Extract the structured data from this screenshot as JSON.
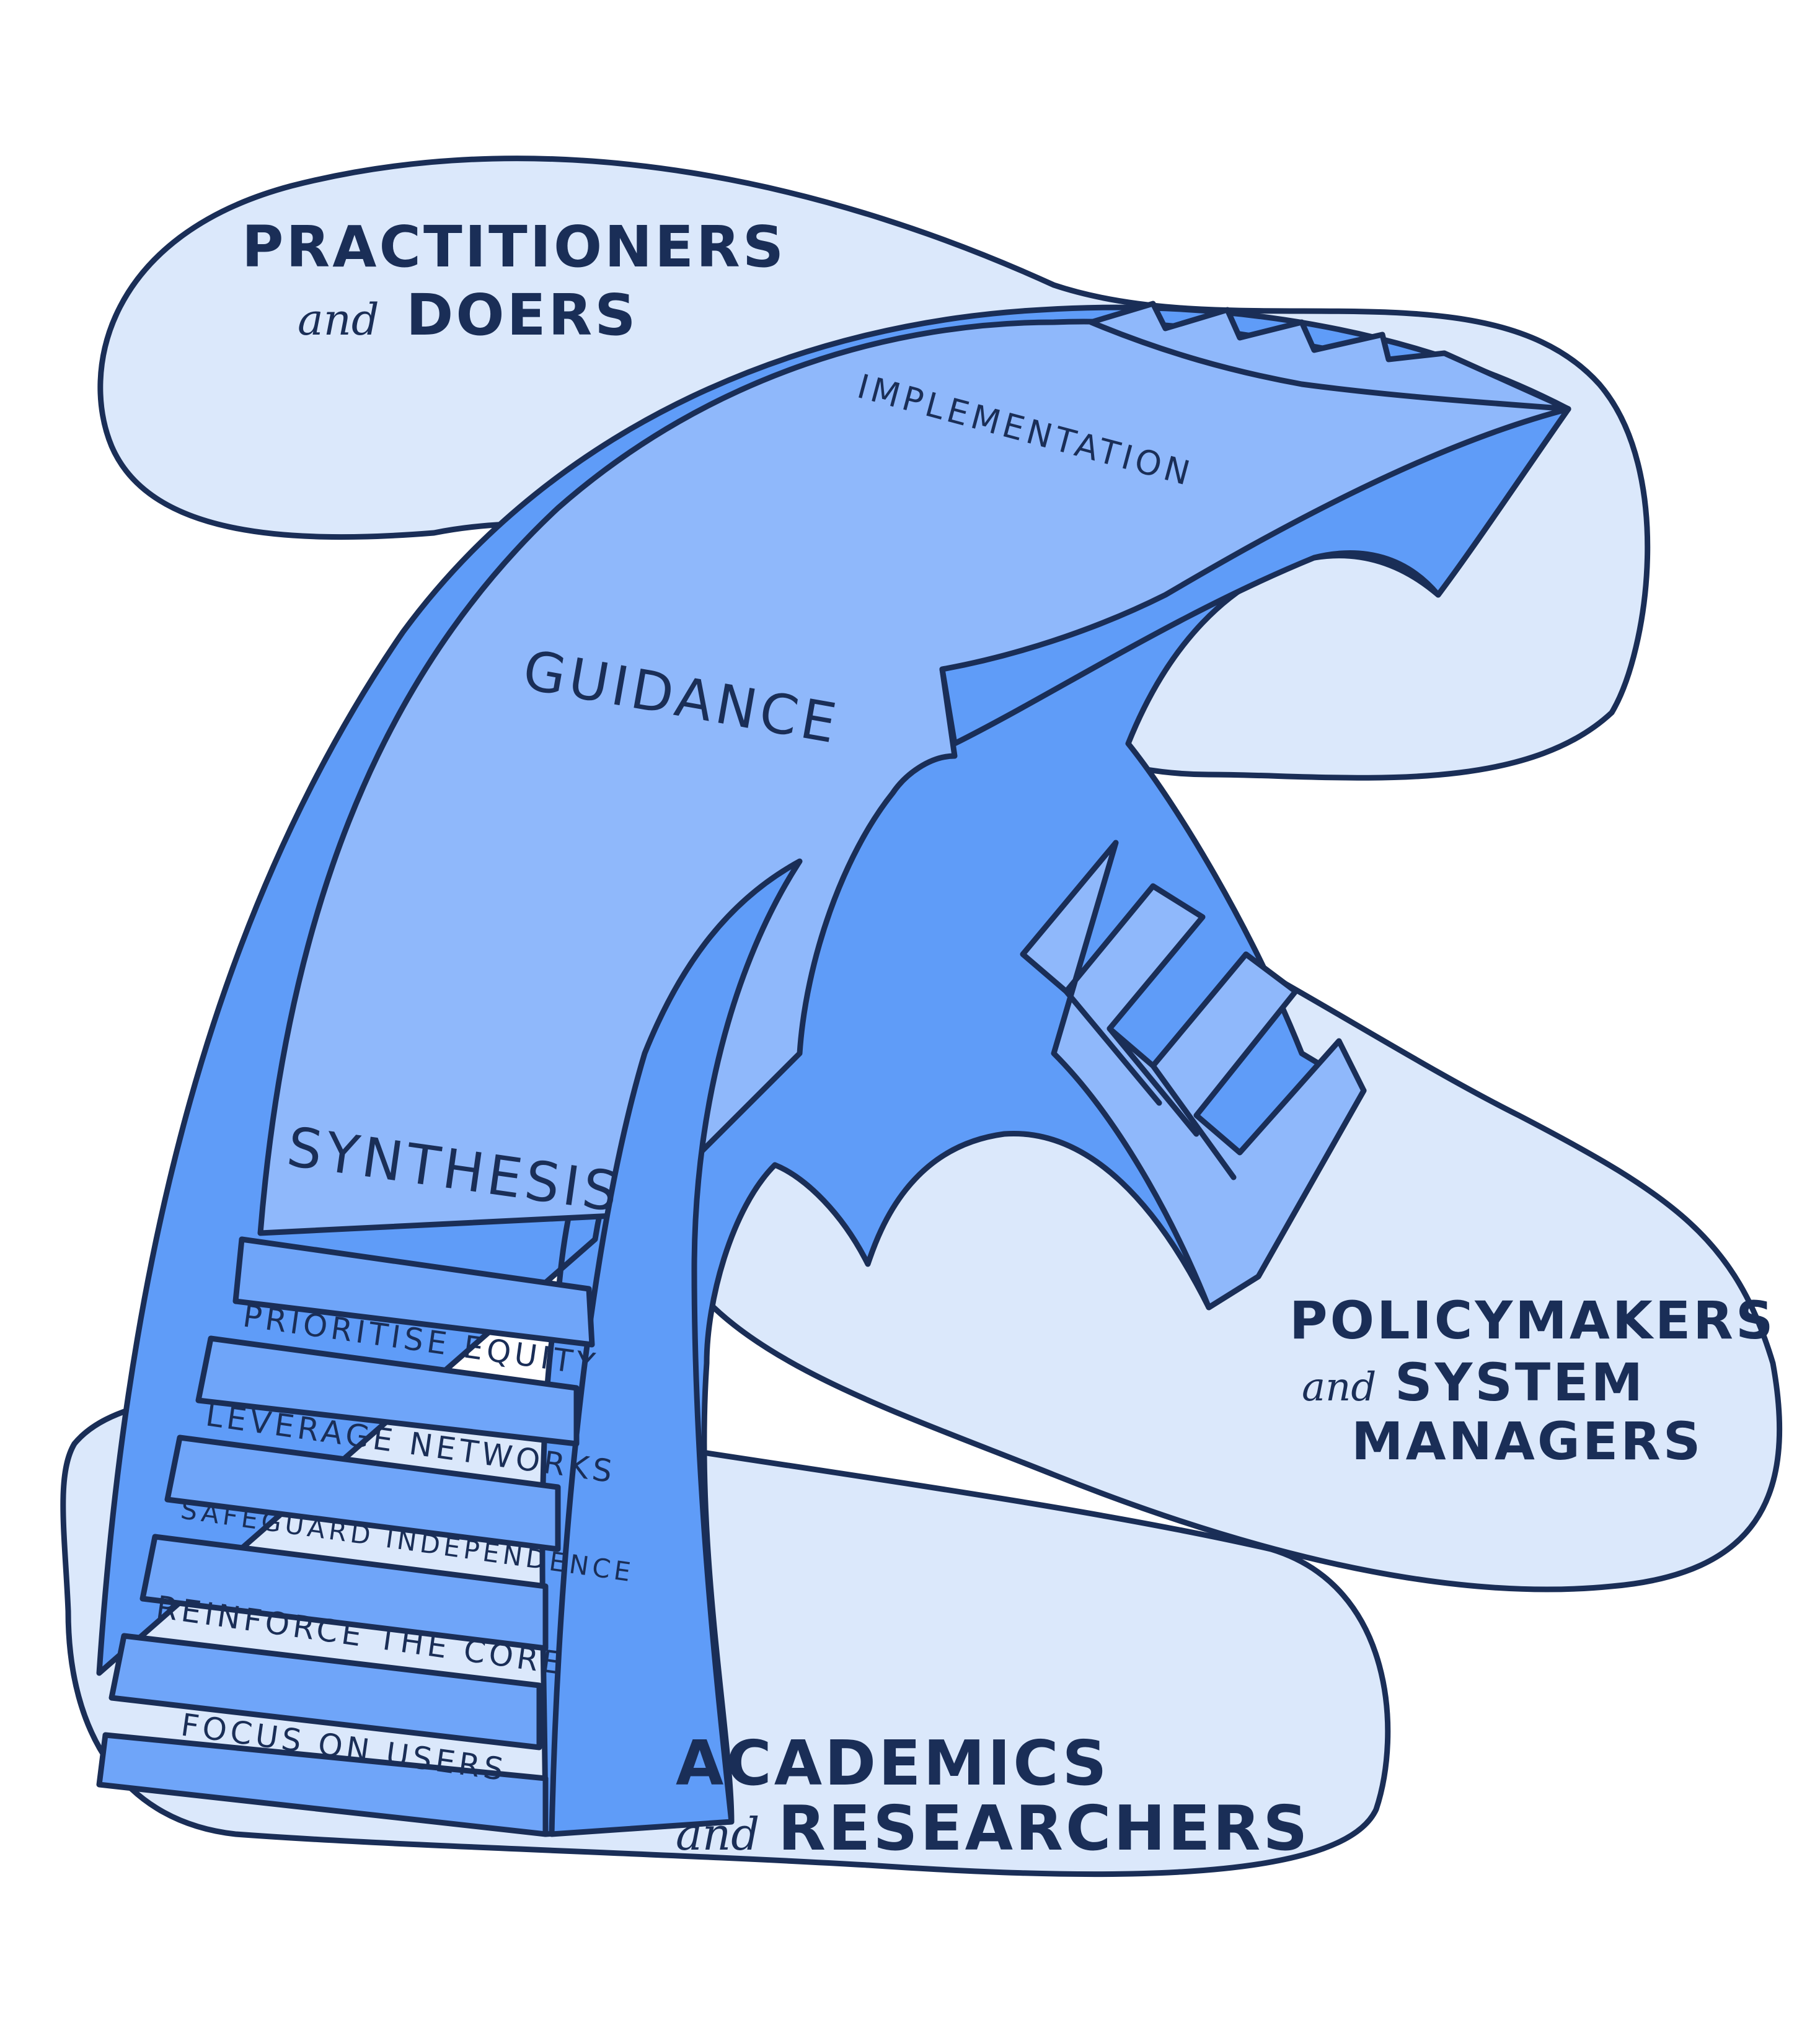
{
  "groups": {
    "practitioners": {
      "line1": "PRACTITIONERS",
      "and": "and",
      "line2": "DOERS"
    },
    "policymakers": {
      "line1": "POLICYMAKERS",
      "and": "and",
      "line2": "SYSTEM",
      "line3": "MANAGERS"
    },
    "academics": {
      "line1": "ACADEMICS",
      "and": "and",
      "line2": "RESEARCHERS"
    }
  },
  "stages": {
    "synthesis": "SYNTHESIS",
    "guidance": "GUIDANCE",
    "implementation": "IMPLEMENTATION"
  },
  "steps": [
    "PRIORITISE EQUITY",
    "LEVERAGE NETWORKS",
    "SAFEGUARD INDEPENDENCE",
    "REINFORCE THE CORE",
    "FOCUS ON USERS"
  ],
  "colors": {
    "ink": "#1a2e57",
    "blob": "#dbe8fb",
    "arch_side": "#5f9cf8",
    "arch_top": "#8fb8fb",
    "step_face": "#6fa5f9"
  }
}
